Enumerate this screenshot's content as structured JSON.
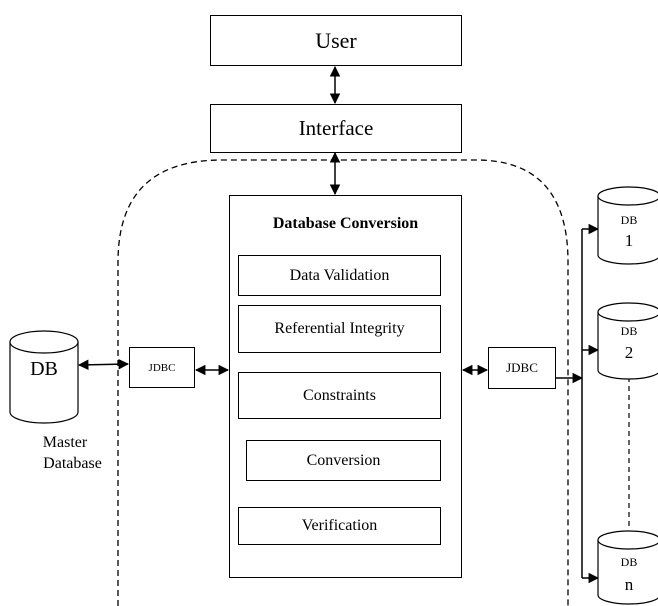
{
  "user": "User",
  "interface": "Interface",
  "conversion_title": "Database Conversion",
  "steps": [
    "Data Validation",
    "Referential Integrity",
    "Constraints",
    "Conversion",
    "Verification"
  ],
  "jdbc_left": "JDBC",
  "jdbc_right": "JDBC",
  "master_db": {
    "label": "DB",
    "caption_line1": "Master",
    "caption_line2": "Database"
  },
  "target_dbs": [
    {
      "label": "DB",
      "index": "1"
    },
    {
      "label": "DB",
      "index": "2"
    },
    {
      "label": "DB",
      "index": "n"
    }
  ]
}
